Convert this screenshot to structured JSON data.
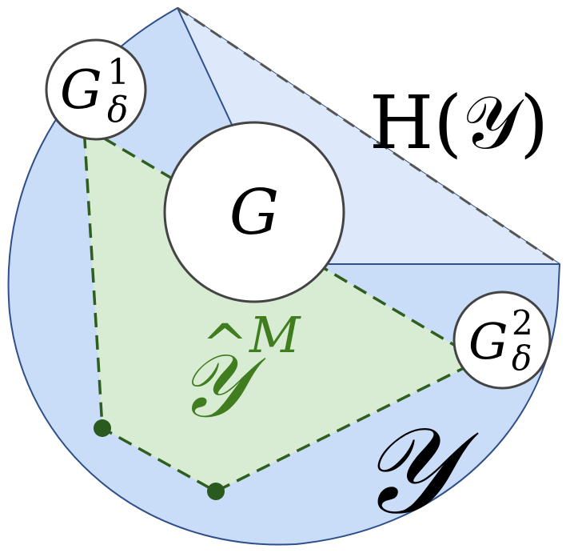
{
  "labels": {
    "hull_label": "H(𝒴)",
    "g_center": "G",
    "g_delta_1_base": "G",
    "g_delta_1_sup": "1",
    "g_delta_1_sub": "δ",
    "g_delta_2_base": "G",
    "g_delta_2_sup": "2",
    "g_delta_2_sub": "δ",
    "y_hat_base": "𝒴",
    "y_hat_hat": "^",
    "y_hat_sup": "M",
    "y_label": "𝒴"
  },
  "colors": {
    "region_fill": "#c9dcf8",
    "region_stroke": "#2f4f8a",
    "hull_fill": "#dde8fb",
    "hull_dash": "#555555",
    "poly_fill": "#d8ebd3",
    "poly_stroke": "#2f5e1f",
    "vertex": "#2a5a1d",
    "yhat_text": "#3f7d1f",
    "circle_stroke": "#444444"
  }
}
